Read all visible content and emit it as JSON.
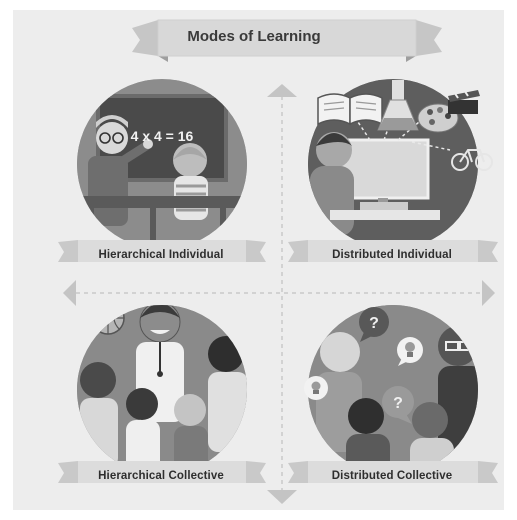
{
  "title": "Modes of Learning",
  "quadrants": [
    {
      "label": "Hierarchical Individual"
    },
    {
      "label": "Distributed Individual"
    },
    {
      "label": "Hierarchical Collective"
    },
    {
      "label": "Distributed Collective"
    }
  ],
  "illustrations": {
    "hierarchical_individual": {
      "blackboard_text": "4 x 4 = 16"
    },
    "distributed_collective": {
      "speech_bubble_marks": [
        "?",
        "?"
      ]
    }
  },
  "colors": {
    "background": "#ededed",
    "banner": "#d4d4d4",
    "banner_dark": "#b0b0b0",
    "circle": "#8a8a8a",
    "arrow": "#bdbdbd"
  }
}
